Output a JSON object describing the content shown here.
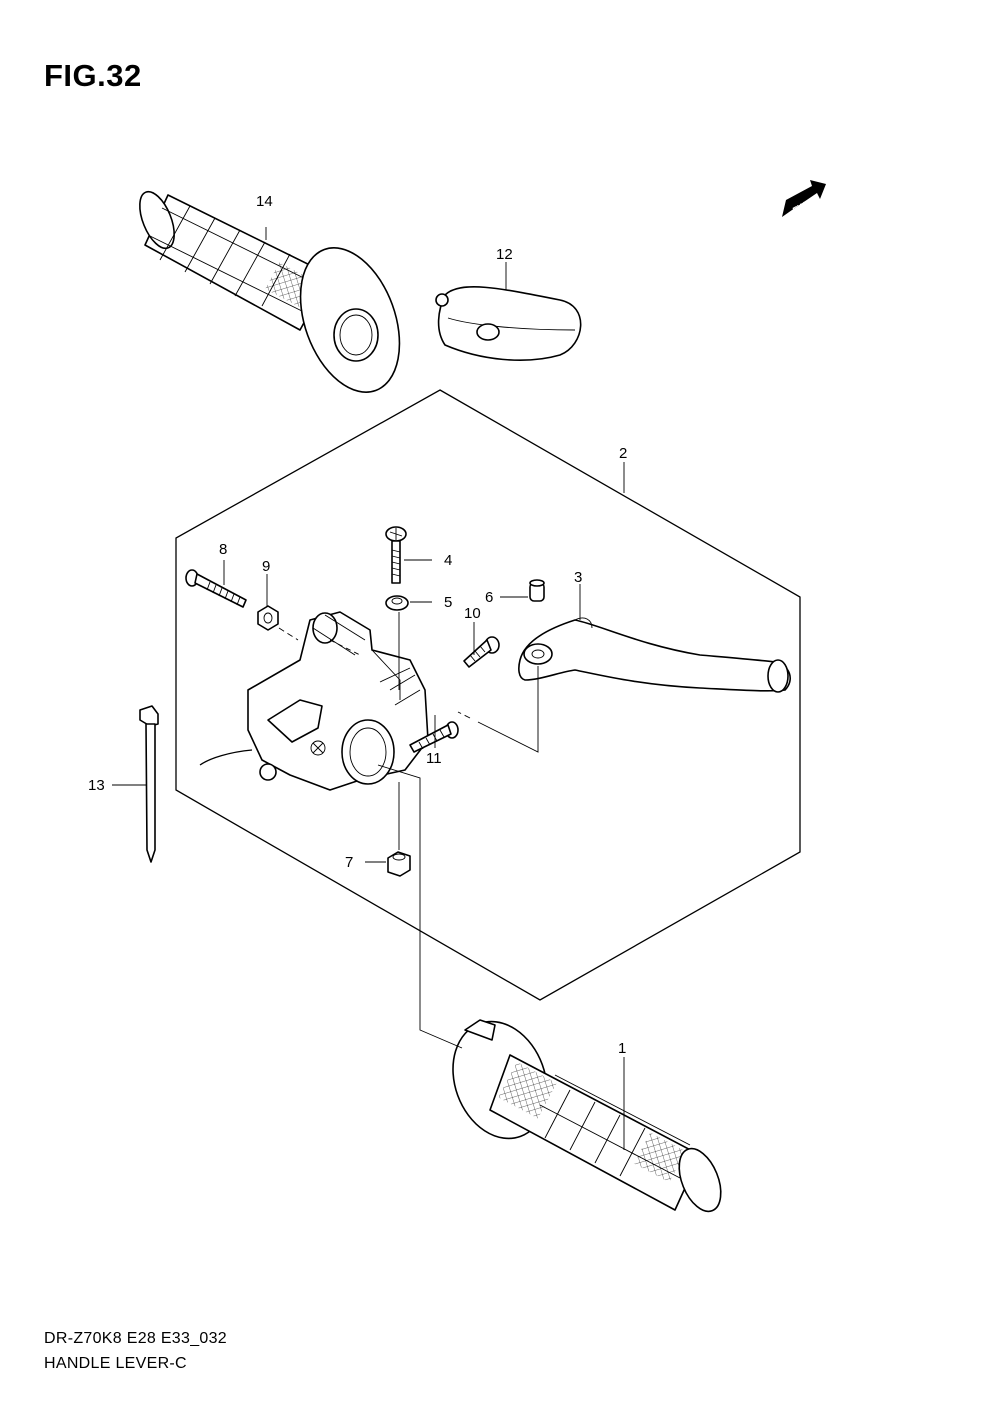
{
  "figure": {
    "title": "FIG.32",
    "fwd_label": "FWD"
  },
  "callouts": [
    {
      "id": "1",
      "text": "1"
    },
    {
      "id": "2",
      "text": "2"
    },
    {
      "id": "3",
      "text": "3"
    },
    {
      "id": "4",
      "text": "4"
    },
    {
      "id": "5",
      "text": "5"
    },
    {
      "id": "6",
      "text": "6"
    },
    {
      "id": "7",
      "text": "7"
    },
    {
      "id": "8",
      "text": "8"
    },
    {
      "id": "9",
      "text": "9"
    },
    {
      "id": "10",
      "text": "10"
    },
    {
      "id": "11",
      "text": "11"
    },
    {
      "id": "12",
      "text": "12"
    },
    {
      "id": "13",
      "text": "13"
    },
    {
      "id": "14",
      "text": "14"
    }
  ],
  "footer": {
    "code": "DR-Z70K8 E28 E33_032",
    "name": "HANDLE LEVER-C"
  }
}
